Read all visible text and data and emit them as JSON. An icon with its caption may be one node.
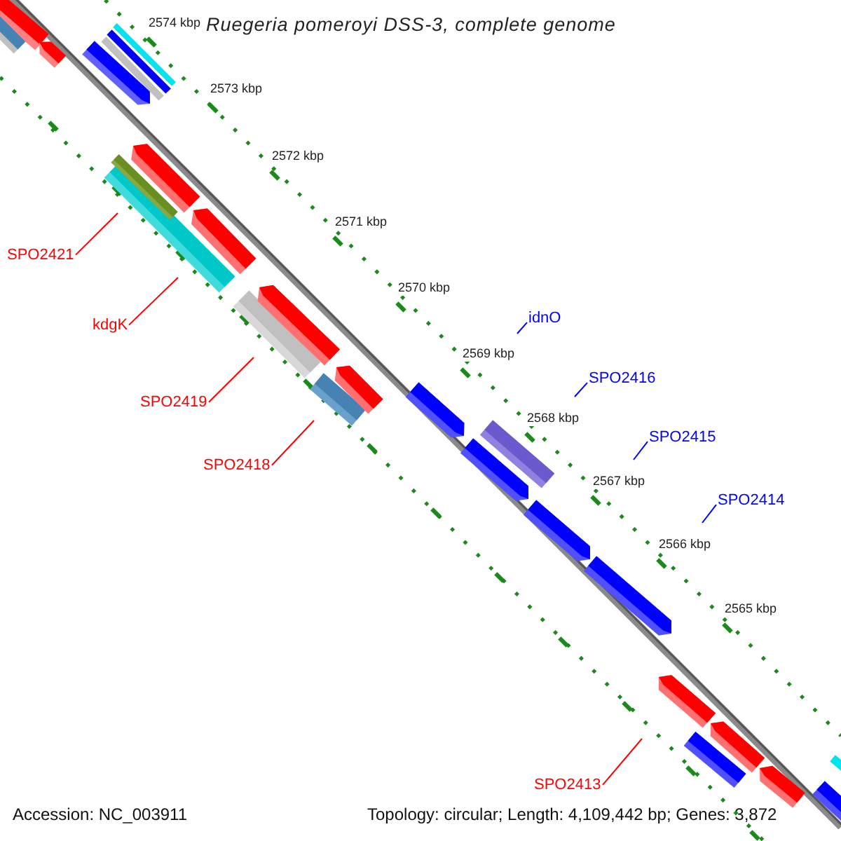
{
  "diagram": {
    "title": "Ruegeria pomeroyi DSS-3, complete genome",
    "nodes": [
      {
        "text": [
          "SPO2421"
        ]
      },
      {
        "text": [
          "kdgK"
        ]
      },
      {
        "text": [
          "SPO2419"
        ]
      },
      {
        "text": [
          "SPO2418"
        ]
      },
      {
        "text": [
          "idnO"
        ]
      },
      {
        "text": [
          "SPO2416"
        ]
      },
      {
        "text": [
          "SPO2415"
        ]
      },
      {
        "text": [
          "SPO2414"
        ]
      },
      {
        "text": [
          "SPO2413"
        ]
      }
    ],
    "edges": [
      {
        "from": 0,
        "to": null,
        "arrow": "none"
      },
      {
        "from": 1,
        "to": null,
        "arrow": "none"
      },
      {
        "from": 2,
        "to": null,
        "arrow": "none"
      },
      {
        "from": 3,
        "to": null,
        "arrow": "none"
      },
      {
        "from": 4,
        "to": null,
        "arrow": "none",
        "color": "#0000ff"
      },
      {
        "from": 5,
        "to": null,
        "arrow": "none",
        "color": "#0000ff"
      },
      {
        "from": 6,
        "to": null,
        "arrow": "none",
        "color": "#0000ff"
      },
      {
        "from": 7,
        "to": null,
        "arrow": "none",
        "color": "#0000ff"
      },
      {
        "from": 8,
        "to": null,
        "arrow": "none"
      }
    ],
    "labels": [
      "2574 kbp",
      "2573 kbp",
      "2572 kbp",
      "2571 kbp",
      "2570 kbp",
      "2569 kbp",
      "2568 kbp",
      "2567 kbp",
      "2566 kbp",
      "2565 kbp",
      "Accession: NC_003911",
      "Topology: circular; Length: 4,109,442 bp; Genes: 3,872"
    ]
  }
}
